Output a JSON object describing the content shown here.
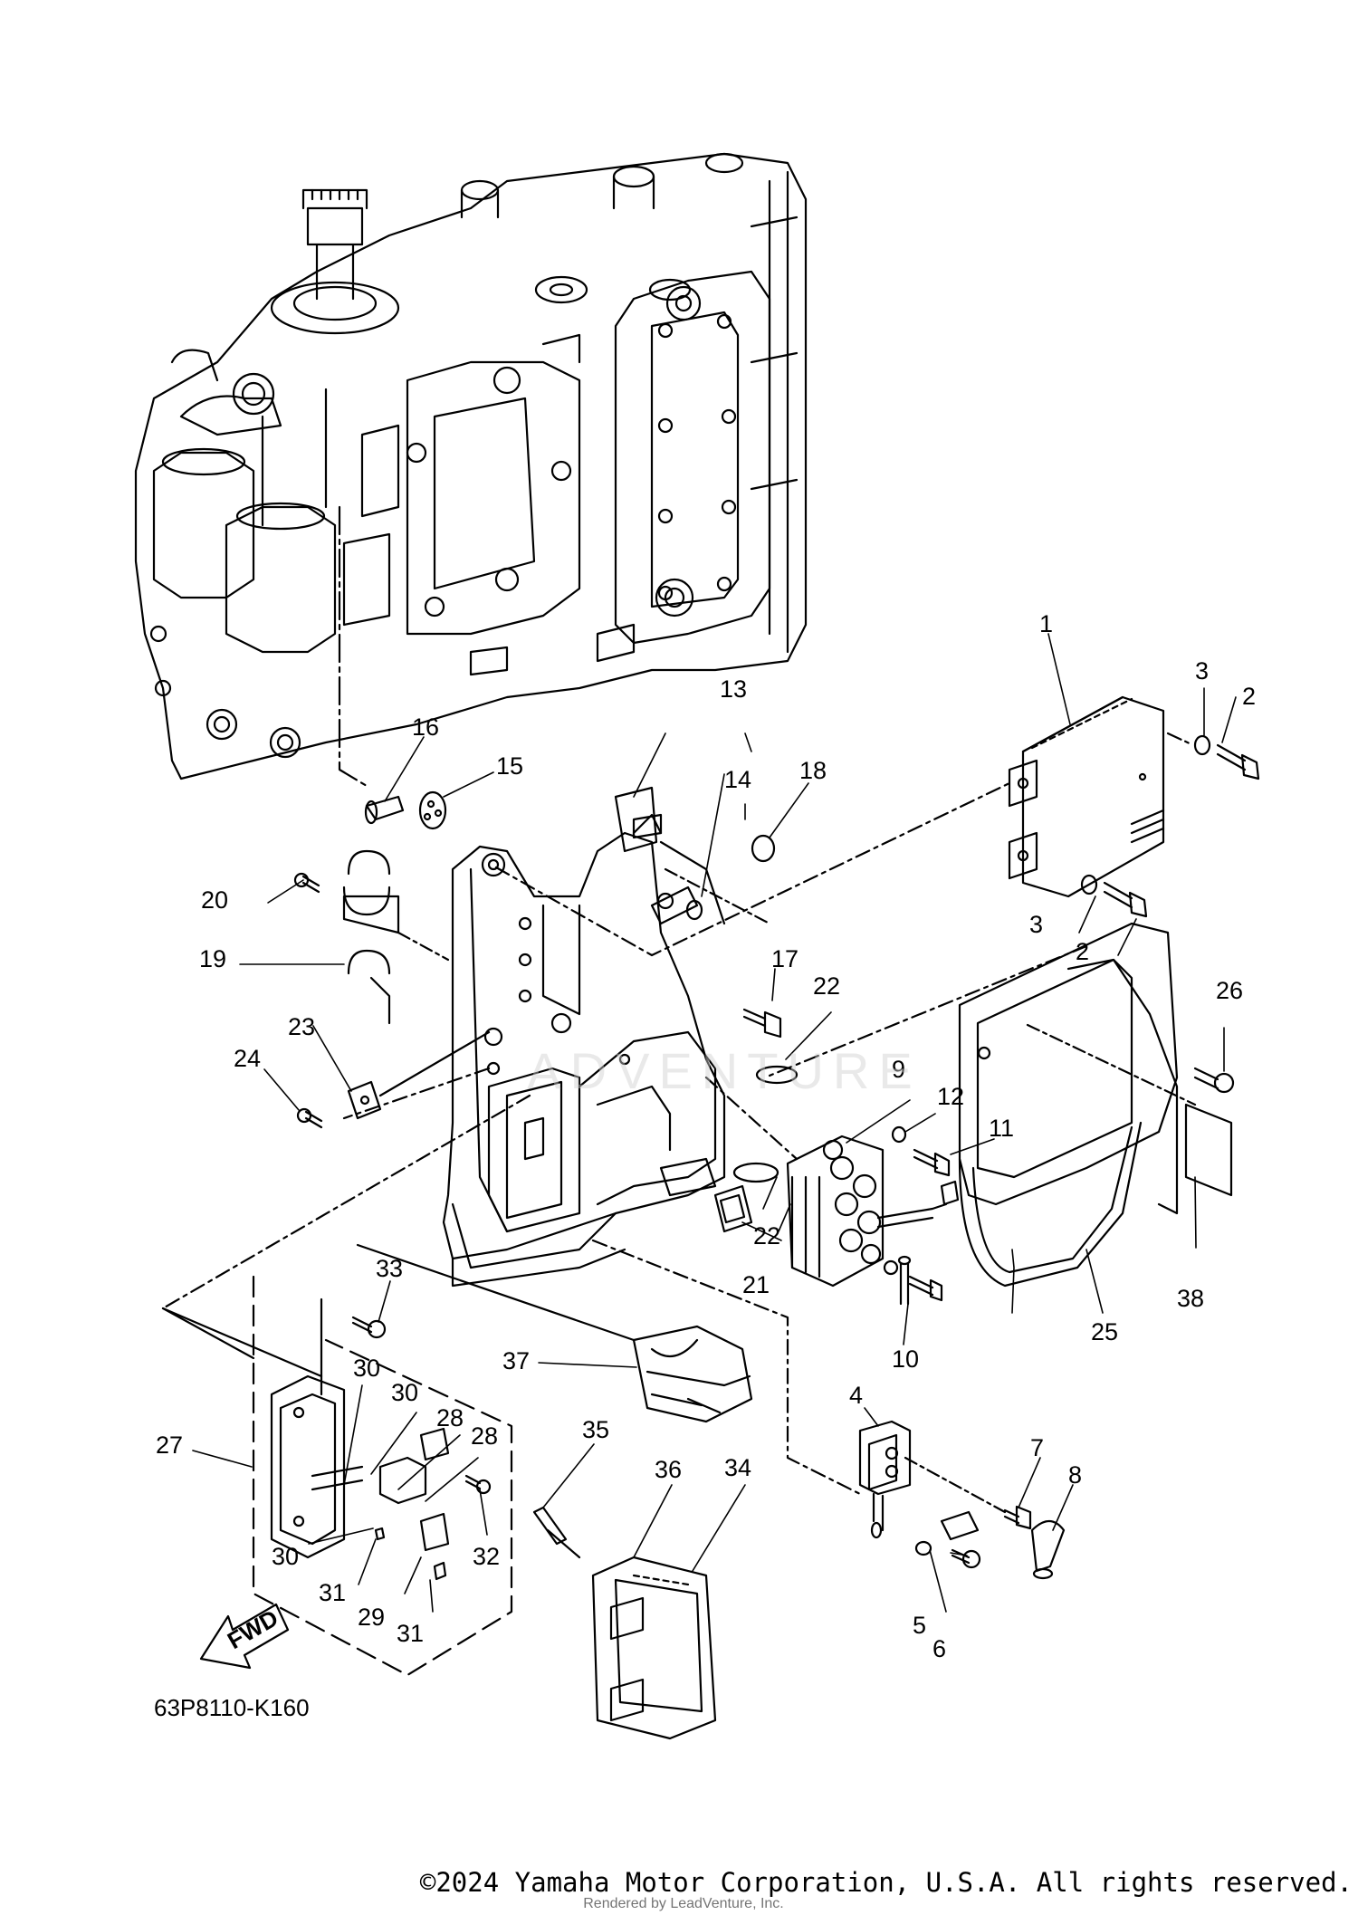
{
  "diagram": {
    "drawing_code": "63P8110-K160",
    "fwd_label": "FWD",
    "watermark": "ADVENTURE",
    "copyright": "©2024 Yamaha Motor Corporation, U.S.A. All rights reserved.",
    "render_note": "Rendered by LeadVenture, Inc.",
    "callouts": [
      "1",
      "2",
      "3",
      "2",
      "3",
      "4",
      "5",
      "6",
      "7",
      "8",
      "9",
      "10",
      "11",
      "12",
      "13",
      "14",
      "15",
      "16",
      "17",
      "18",
      "19",
      "20",
      "21",
      "22",
      "22",
      "23",
      "24",
      "25",
      "26",
      "27",
      "28",
      "28",
      "29",
      "30",
      "30",
      "30",
      "31",
      "31",
      "32",
      "33",
      "34",
      "35",
      "36",
      "37",
      "38"
    ]
  }
}
